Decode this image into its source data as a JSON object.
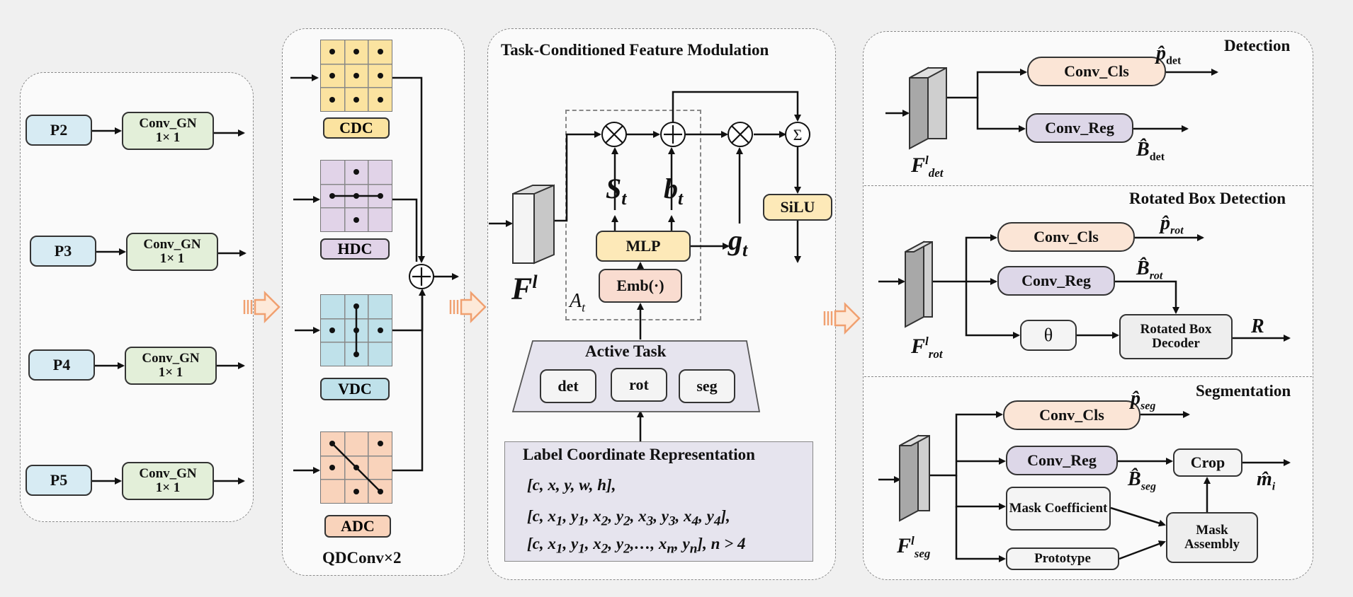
{
  "pyramid": {
    "levels": [
      "P2",
      "P3",
      "P4",
      "P5"
    ],
    "conv_line1": "Conv_GN",
    "conv_line2": "1× 1"
  },
  "qdconv": {
    "title": "QDConv×2",
    "branches": [
      {
        "name": "CDC",
        "color": "#fbe3a0"
      },
      {
        "name": "HDC",
        "color": "#e1d3e8"
      },
      {
        "name": "VDC",
        "color": "#bfe1ea"
      },
      {
        "name": "ADC",
        "color": "#f9d3bb"
      }
    ],
    "sum_symbol": "⊕"
  },
  "modulation": {
    "title": "Task-Conditioned Feature Modulation",
    "feature": "F",
    "feature_sup": "l",
    "s_t": "S",
    "b_t": "b",
    "g_t": "g",
    "sub_t": "t",
    "a_t": "A",
    "mlp": "MLP",
    "emb": "Emb(·)",
    "silu": "SiLU",
    "mul": "⊗",
    "add": "⊕",
    "sum": "Σ",
    "active_task_title": "Active Task",
    "tasks": [
      "det",
      "rot",
      "seg"
    ],
    "label_title": "Label Coordinate Representation"
  },
  "heads": {
    "detection": {
      "title": "Detection",
      "conv_cls": "Conv_Cls",
      "conv_reg": "Conv_Reg",
      "feat_sub": "det",
      "p_out_sub": "det",
      "b_out_sub": "det"
    },
    "rotated": {
      "title": "Rotated Box Detection",
      "conv_cls": "Conv_Cls",
      "conv_reg": "Conv_Reg",
      "theta": "θ",
      "decoder": "Rotated Box Decoder",
      "feat_sub": "rot",
      "out_r": "R"
    },
    "segmentation": {
      "title": "Segmentation",
      "conv_cls": "Conv_Cls",
      "conv_reg": "Conv_Reg",
      "crop": "Crop",
      "mask_coef": "Mask Coefficient",
      "prototype": "Prototype",
      "mask_assembly": "Mask Assembly",
      "feat_sub": "seg",
      "out_m": "m",
      "out_m_sub": "i"
    }
  },
  "colors": {
    "cls": "#fbe5d6",
    "reg": "#ddd7e8",
    "mlp": "#fde9b8",
    "emb": "#f9dcd0",
    "silu": "#fde9b8",
    "arrow_orange": "#f0a070"
  }
}
